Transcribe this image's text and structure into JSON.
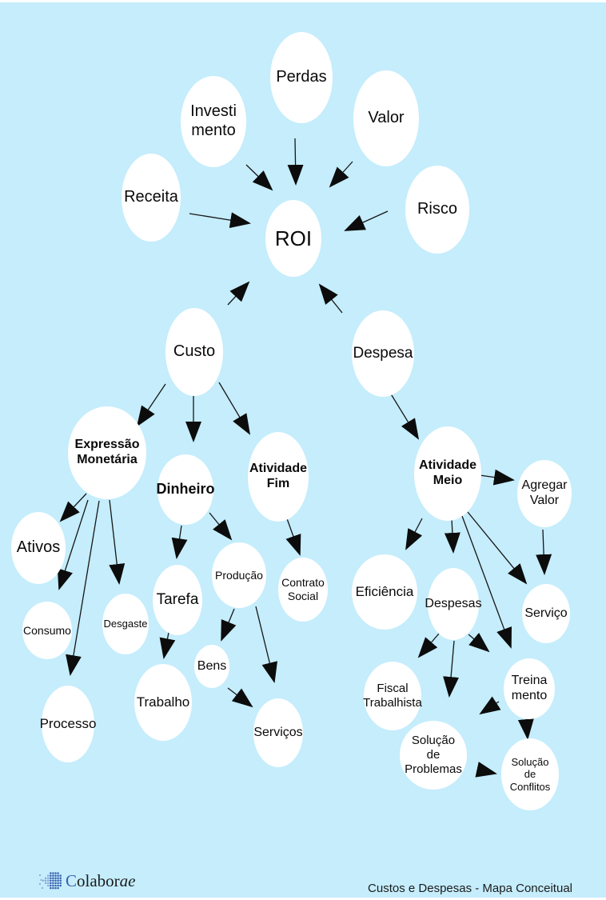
{
  "footer": {
    "caption": "Custos e Despesas - Mapa Conceitual"
  },
  "logo": {
    "prefix": "C",
    "body": "olabor",
    "suffix": "ae"
  },
  "icons": {
    "logo_mark": "dotted-diamond-pattern"
  },
  "colors": {
    "background": "#c5edfc",
    "node_fill": "#ffffff",
    "text": "#0a0a0a",
    "arrow": "#111111",
    "logo_blue": "#3a62ae",
    "logo_blue_light": "#8ea9d6"
  },
  "concept_map": {
    "nodes": [
      {
        "id": "perdas",
        "label": "Perdas",
        "bold": false
      },
      {
        "id": "investimento",
        "label": "Investi\nmento",
        "bold": false
      },
      {
        "id": "valor",
        "label": "Valor",
        "bold": false
      },
      {
        "id": "receita",
        "label": "Receita",
        "bold": false
      },
      {
        "id": "risco",
        "label": "Risco",
        "bold": false
      },
      {
        "id": "roi",
        "label": "ROI",
        "bold": false
      },
      {
        "id": "custo",
        "label": "Custo",
        "bold": false
      },
      {
        "id": "despesa",
        "label": "Despesa",
        "bold": false
      },
      {
        "id": "expressao_monetaria",
        "label": "Expressão\nMonetária",
        "bold": true
      },
      {
        "id": "dinheiro",
        "label": "Dinheiro",
        "bold": true
      },
      {
        "id": "atividade_fim",
        "label": "Atividade\nFim",
        "bold": true
      },
      {
        "id": "atividade_meio",
        "label": "Atividade\nMeio",
        "bold": true
      },
      {
        "id": "agregar_valor",
        "label": "Agregar\nValor",
        "bold": false
      },
      {
        "id": "ativos",
        "label": "Ativos",
        "bold": false
      },
      {
        "id": "producao",
        "label": "Produção",
        "bold": false
      },
      {
        "id": "contrato_social",
        "label": "Contrato\nSocial",
        "bold": false
      },
      {
        "id": "tarefa",
        "label": "Tarefa",
        "bold": false
      },
      {
        "id": "consumo",
        "label": "Consumo",
        "bold": false
      },
      {
        "id": "desgaste",
        "label": "Desgaste",
        "bold": false
      },
      {
        "id": "bens",
        "label": "Bens",
        "bold": false
      },
      {
        "id": "trabalho",
        "label": "Trabalho",
        "bold": false
      },
      {
        "id": "processo",
        "label": "Processo",
        "bold": false
      },
      {
        "id": "servicos",
        "label": "Serviços",
        "bold": false
      },
      {
        "id": "eficiencia",
        "label": "Eficiência",
        "bold": false
      },
      {
        "id": "despesas",
        "label": "Despesas",
        "bold": false
      },
      {
        "id": "servico",
        "label": "Serviço",
        "bold": false
      },
      {
        "id": "fiscal_trabalhista",
        "label": "Fiscal\nTrabalhista",
        "bold": false
      },
      {
        "id": "treinamento",
        "label": "Treina\nmento",
        "bold": false
      },
      {
        "id": "solucao_problemas",
        "label": "Solução\nde\nProblemas",
        "bold": false
      },
      {
        "id": "solucao_conflitos",
        "label": "Solução\nde\nConflitos",
        "bold": false
      }
    ],
    "edges": [
      {
        "from": "perdas",
        "to": "roi"
      },
      {
        "from": "investimento",
        "to": "roi"
      },
      {
        "from": "valor",
        "to": "roi"
      },
      {
        "from": "receita",
        "to": "roi"
      },
      {
        "from": "risco",
        "to": "roi"
      },
      {
        "from": "custo",
        "to": "roi"
      },
      {
        "from": "despesa",
        "to": "roi"
      },
      {
        "from": "custo",
        "to": "expressao_monetaria"
      },
      {
        "from": "custo",
        "to": "dinheiro"
      },
      {
        "from": "custo",
        "to": "atividade_fim"
      },
      {
        "from": "despesa",
        "to": "atividade_meio"
      },
      {
        "from": "expressao_monetaria",
        "to": "ativos"
      },
      {
        "from": "expressao_monetaria",
        "to": "consumo"
      },
      {
        "from": "expressao_monetaria",
        "to": "desgaste"
      },
      {
        "from": "expressao_monetaria",
        "to": "processo"
      },
      {
        "from": "dinheiro",
        "to": "tarefa"
      },
      {
        "from": "dinheiro",
        "to": "producao"
      },
      {
        "from": "atividade_fim",
        "to": "contrato_social"
      },
      {
        "from": "tarefa",
        "to": "trabalho"
      },
      {
        "from": "producao",
        "to": "bens"
      },
      {
        "from": "producao",
        "to": "servicos"
      },
      {
        "from": "bens",
        "to": "servicos"
      },
      {
        "from": "atividade_meio",
        "to": "agregar_valor"
      },
      {
        "from": "atividade_meio",
        "to": "eficiencia"
      },
      {
        "from": "atividade_meio",
        "to": "despesas"
      },
      {
        "from": "atividade_meio",
        "to": "servico"
      },
      {
        "from": "atividade_meio",
        "to": "treinamento"
      },
      {
        "from": "agregar_valor",
        "to": "servico"
      },
      {
        "from": "despesas",
        "to": "fiscal_trabalhista"
      },
      {
        "from": "despesas",
        "to": "solucao_problemas"
      },
      {
        "from": "despesas",
        "to": "treinamento"
      },
      {
        "from": "treinamento",
        "to": "solucao_problemas"
      },
      {
        "from": "treinamento",
        "to": "solucao_conflitos"
      },
      {
        "from": "solucao_problemas",
        "to": "solucao_conflitos"
      }
    ]
  }
}
